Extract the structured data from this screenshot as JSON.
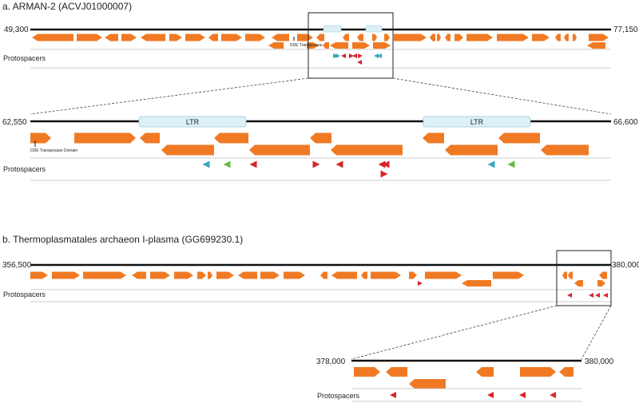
{
  "panel_a": {
    "title": "a. ARMAN-2 (ACVJ01000007)",
    "start": "49,300",
    "end": "77,150",
    "track_label": "Protospacers",
    "gene_label": "DDE Transposase",
    "zoom": {
      "start": "62,550",
      "end": "66,600",
      "ltr_label": "LTR",
      "domain_label": "DDE Transposase Domain",
      "track_label": "Protospacers"
    }
  },
  "panel_b": {
    "title": "b. Thermoplasmatales archaeon I-plasma (GG699230.1)",
    "start": "356,500",
    "end": "380,000",
    "track_label": "Protospacers",
    "zoom": {
      "start": "378,000",
      "end": "380,000",
      "track_label": "Protospacers"
    }
  },
  "colors": {
    "gene": "#f07a24",
    "ltr": "#dcefF7",
    "protospacer_red": "#d7262b",
    "protospacer_teal": "#3aa6c2",
    "protospacer_green": "#6aba45"
  }
}
